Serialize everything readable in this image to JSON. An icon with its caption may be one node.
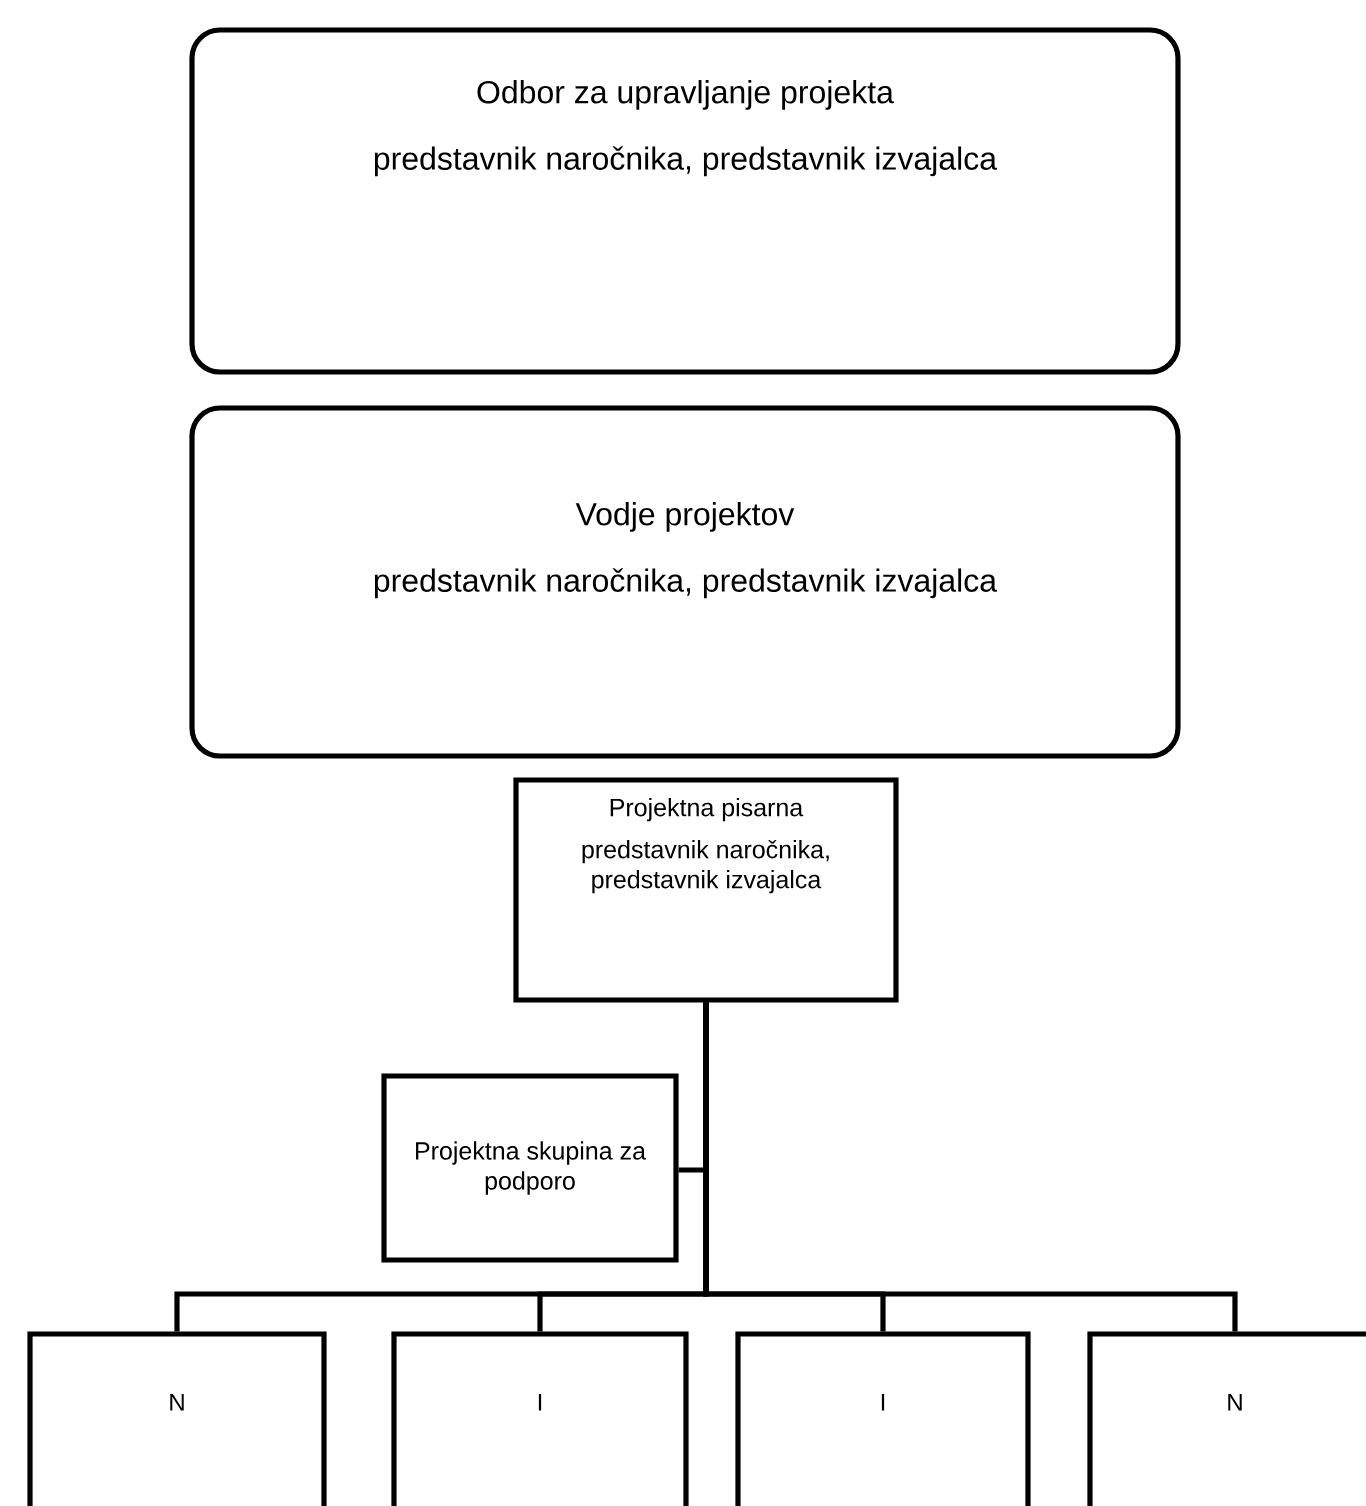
{
  "diagram": {
    "nodes": [
      {
        "text": [
          "Odbor za upravljanje projekta",
          "predstavnik naročnika, predstavnik izvajalca"
        ]
      },
      {
        "text": [
          "Vodje projektov",
          "predstavnik naročnika, predstavnik izvajalca"
        ]
      },
      {
        "text": [
          "Projektna pisarna",
          "predstavnik naročnika, predstavnik izvajalca"
        ]
      },
      {
        "text": [
          "Projektna skupina za podporo"
        ]
      },
      {
        "text": [
          "N"
        ]
      },
      {
        "text": [
          "I"
        ]
      },
      {
        "text": [
          "I"
        ]
      },
      {
        "text": [
          "N"
        ]
      }
    ],
    "edges": [
      {
        "from": 2,
        "to": 3,
        "arrow": "none"
      },
      {
        "from": 2,
        "to": 4,
        "arrow": "none"
      },
      {
        "from": 2,
        "to": 5,
        "arrow": "none"
      },
      {
        "from": 2,
        "to": 6,
        "arrow": "none"
      },
      {
        "from": 2,
        "to": 7,
        "arrow": "none"
      }
    ]
  }
}
